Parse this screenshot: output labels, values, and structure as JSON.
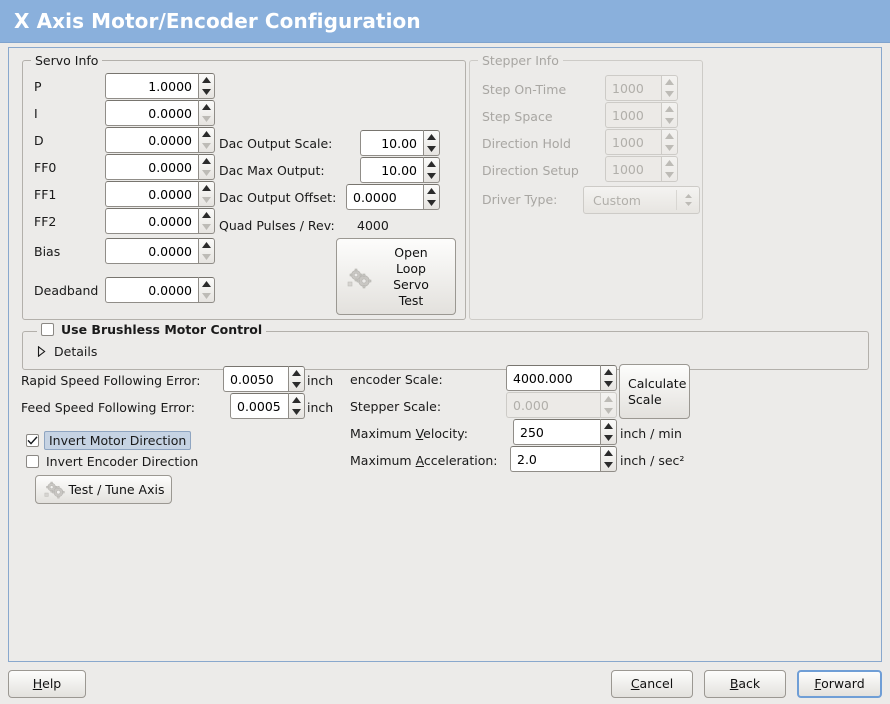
{
  "window": {
    "title": "X Axis Motor/Encoder Configuration"
  },
  "servo_info": {
    "legend": "Servo Info",
    "rows": [
      {
        "label": "P",
        "value": "1.0000",
        "down_enabled": true
      },
      {
        "label": "I",
        "value": "0.0000",
        "down_enabled": false
      },
      {
        "label": "D",
        "value": "0.0000",
        "down_enabled": false
      },
      {
        "label": "FF0",
        "value": "0.0000",
        "down_enabled": false
      },
      {
        "label": "FF1",
        "value": "0.0000",
        "down_enabled": false
      },
      {
        "label": "FF2",
        "value": "0.0000",
        "down_enabled": false
      },
      {
        "label": "Bias",
        "value": "0.0000",
        "down_enabled": false
      },
      {
        "label": "Deadband",
        "value": "0.0000",
        "down_enabled": false
      }
    ],
    "dac": [
      {
        "label": "Dac Output Scale:",
        "value": "10.00"
      },
      {
        "label": "Dac Max Output:",
        "value": "10.00"
      },
      {
        "label": "Dac Output Offset:",
        "value": "0.0000"
      }
    ],
    "quad_pulses_label": "Quad Pulses / Rev:",
    "quad_pulses_value": "4000",
    "open_loop_button": "Open\nLoop\nServo\nTest"
  },
  "stepper_info": {
    "legend": "Stepper Info",
    "enabled": false,
    "rows": [
      {
        "label": "Step On-Time",
        "value": "1000"
      },
      {
        "label": "Step Space",
        "value": "1000"
      },
      {
        "label": "Direction Hold",
        "value": "1000"
      },
      {
        "label": "Direction Setup",
        "value": "1000"
      }
    ],
    "driver_type_label": "Driver Type:",
    "driver_type_value": "Custom"
  },
  "brushless": {
    "checkbox_label": "Use Brushless Motor Control",
    "checked": false,
    "details_label": "Details",
    "details_expanded": false
  },
  "tuning": {
    "rapid_label": "Rapid Speed Following Error:",
    "rapid_value": "0.0050",
    "rapid_unit": "inch",
    "feed_label": "Feed Speed Following Error:",
    "feed_value": "0.0005",
    "feed_unit": "inch",
    "invert_motor_label": "Invert Motor Direction",
    "invert_motor_checked": true,
    "invert_encoder_label": "Invert Encoder Direction",
    "invert_encoder_checked": false,
    "test_tune_button": "Test / Tune Axis"
  },
  "scales": {
    "encoder_label": "encoder Scale:",
    "encoder_value": "4000.000",
    "stepper_label": "Stepper Scale:",
    "stepper_value": "0.000",
    "stepper_enabled": false,
    "calculate_button": "Calculate\nScale",
    "max_velocity_label_pre": "Maximum ",
    "max_velocity_label_mn": "V",
    "max_velocity_label_post": "elocity:",
    "max_velocity_value": "250",
    "max_velocity_unit": "inch / min",
    "max_accel_label_pre": "Maximum ",
    "max_accel_label_mn": "A",
    "max_accel_label_post": "cceleration:",
    "max_accel_value": "2.0",
    "max_accel_unit": "inch / sec²"
  },
  "actions": {
    "help": {
      "pre": "",
      "mn": "H",
      "post": "elp"
    },
    "cancel": {
      "pre": "",
      "mn": "C",
      "post": "ancel"
    },
    "back": {
      "pre": "",
      "mn": "B",
      "post": "ack"
    },
    "forward": {
      "pre": "",
      "mn": "F",
      "post": "orward"
    }
  },
  "colors": {
    "title_bar": "#8ab0dc",
    "panel_bg": "#ecebe9",
    "panel_border": "#89a8cd",
    "focus_blue": "#6f9ed6",
    "selection": "#c6d3e3",
    "disabled_text": "#a8a6a2"
  }
}
